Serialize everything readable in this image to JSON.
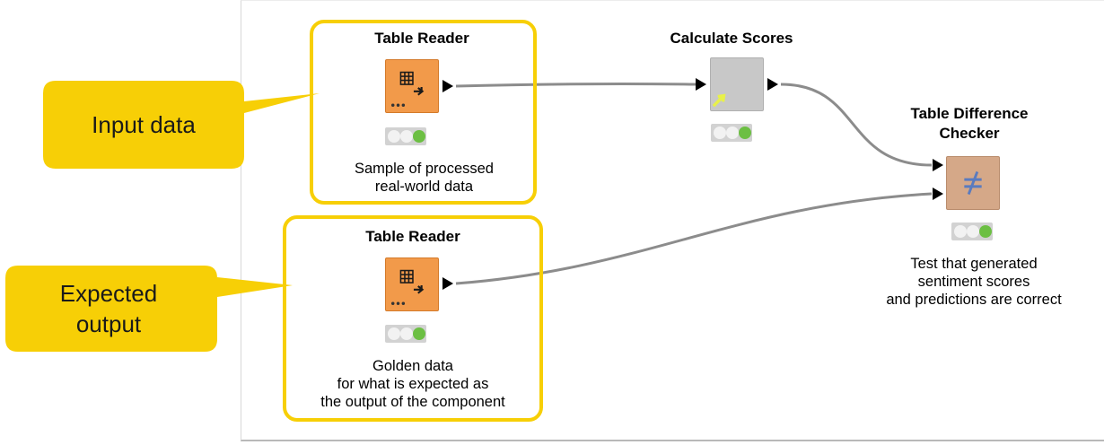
{
  "workflow": {
    "nodes": {
      "reader_input": {
        "title": "Table Reader",
        "description_line1": "Sample of processed",
        "description_line2": "real-world data",
        "icon": "table-reader-icon"
      },
      "calculate_scores": {
        "title": "Calculate Scores",
        "icon": "component-icon"
      },
      "diff_checker": {
        "title_line1": "Table Difference",
        "title_line2": "Checker",
        "description_line1": "Test that generated",
        "description_line2": "sentiment scores",
        "description_line3": "and predictions are correct",
        "icon": "not-equal-icon"
      },
      "reader_expected": {
        "title": "Table Reader",
        "description_line1": "Golden data",
        "description_line2": "for what is expected as",
        "description_line3": "the output of the component",
        "icon": "table-reader-icon"
      }
    },
    "status": "executed"
  },
  "callouts": {
    "input": {
      "label": "Input data"
    },
    "expected": {
      "label_line1": "Expected",
      "label_line2": "output"
    }
  },
  "colors": {
    "callout": "#f7cf06",
    "reader_node": "#f29a4a",
    "component_node": "#c8c8c8",
    "checker_node": "#d5a888",
    "status_ok": "#6cbf43",
    "connection": "#8c8c8c"
  }
}
